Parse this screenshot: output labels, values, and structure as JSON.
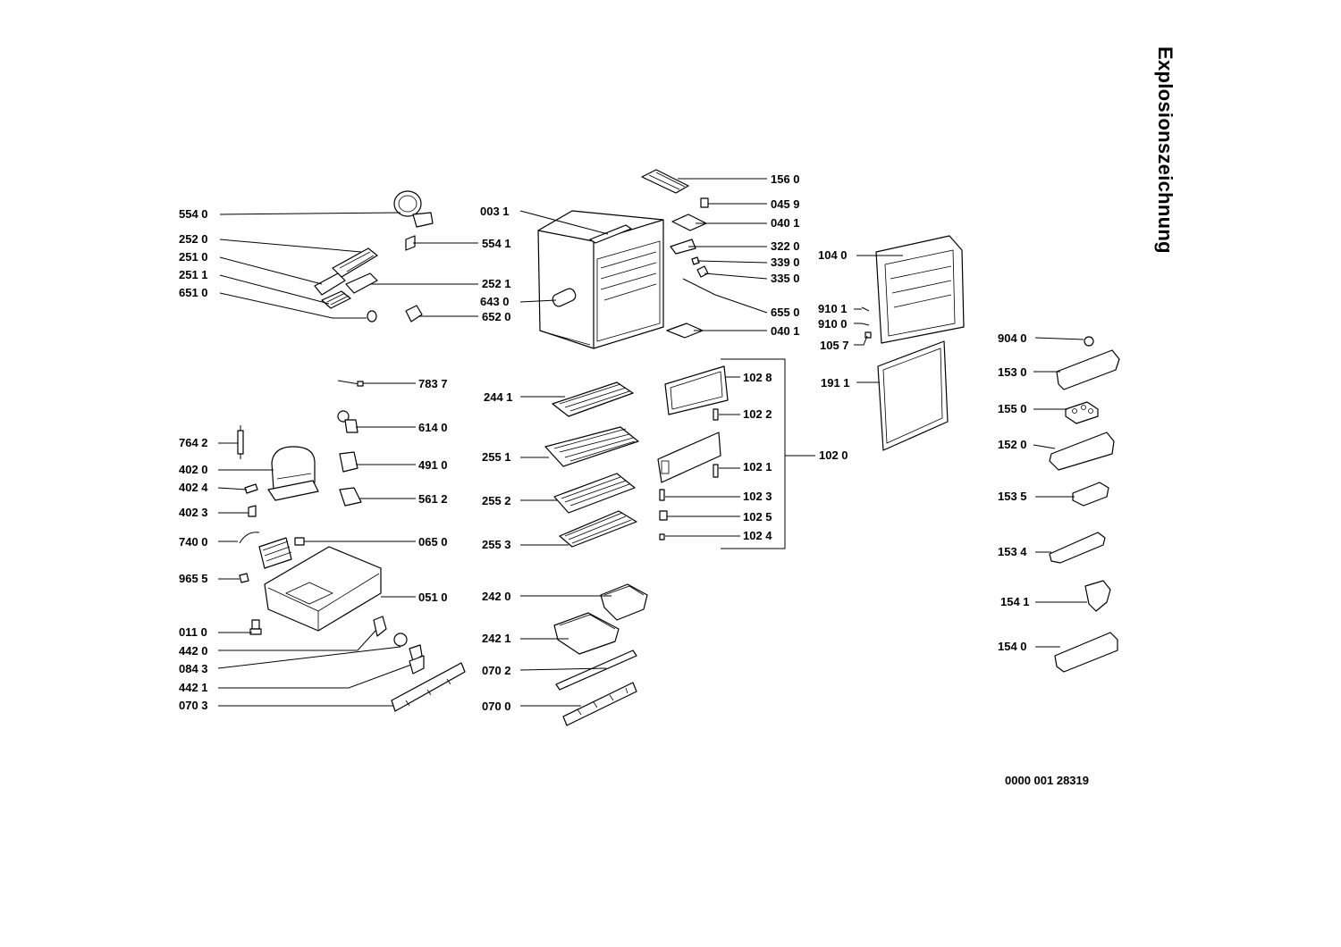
{
  "title": "Explosionszeichnung",
  "document_number": "0000 001 28319",
  "labels": [
    {
      "id": "1560",
      "text": "156 0"
    },
    {
      "id": "0459",
      "text": "045 9"
    },
    {
      "id": "5540",
      "text": "554 0"
    },
    {
      "id": "0031",
      "text": "003 1"
    },
    {
      "id": "0401a",
      "text": "040 1"
    },
    {
      "id": "2520",
      "text": "252 0"
    },
    {
      "id": "5541",
      "text": "554 1"
    },
    {
      "id": "3220",
      "text": "322 0"
    },
    {
      "id": "2510",
      "text": "251 0"
    },
    {
      "id": "3390",
      "text": "339 0"
    },
    {
      "id": "1040",
      "text": "104 0"
    },
    {
      "id": "2511",
      "text": "251 1"
    },
    {
      "id": "3350",
      "text": "335 0"
    },
    {
      "id": "2521",
      "text": "252 1"
    },
    {
      "id": "6510",
      "text": "651 0"
    },
    {
      "id": "6430",
      "text": "643 0"
    },
    {
      "id": "6550",
      "text": "655 0"
    },
    {
      "id": "9101",
      "text": "910 1"
    },
    {
      "id": "6520",
      "text": "652 0"
    },
    {
      "id": "9100",
      "text": "910 0"
    },
    {
      "id": "0401b",
      "text": "040 1"
    },
    {
      "id": "1057",
      "text": "105 7"
    },
    {
      "id": "9040",
      "text": "904 0"
    },
    {
      "id": "1530",
      "text": "153 0"
    },
    {
      "id": "1028",
      "text": "102 8"
    },
    {
      "id": "7837",
      "text": "783 7"
    },
    {
      "id": "1911",
      "text": "191 1"
    },
    {
      "id": "2441",
      "text": "244 1"
    },
    {
      "id": "1550",
      "text": "155 0"
    },
    {
      "id": "1022",
      "text": "102 2"
    },
    {
      "id": "6140",
      "text": "614 0"
    },
    {
      "id": "7642",
      "text": "764 2"
    },
    {
      "id": "1520",
      "text": "152 0"
    },
    {
      "id": "1020",
      "text": "102 0"
    },
    {
      "id": "2551",
      "text": "255 1"
    },
    {
      "id": "4020",
      "text": "402 0"
    },
    {
      "id": "4910",
      "text": "491 0"
    },
    {
      "id": "1021",
      "text": "102 1"
    },
    {
      "id": "4024",
      "text": "402 4"
    },
    {
      "id": "1535",
      "text": "153 5"
    },
    {
      "id": "5612",
      "text": "561 2"
    },
    {
      "id": "2552",
      "text": "255 2"
    },
    {
      "id": "1023",
      "text": "102 3"
    },
    {
      "id": "4023",
      "text": "402 3"
    },
    {
      "id": "1025",
      "text": "102 5"
    },
    {
      "id": "1024",
      "text": "102 4"
    },
    {
      "id": "7400",
      "text": "740 0"
    },
    {
      "id": "0650",
      "text": "065 0"
    },
    {
      "id": "2553",
      "text": "255 3"
    },
    {
      "id": "1534",
      "text": "153 4"
    },
    {
      "id": "9655",
      "text": "965 5"
    },
    {
      "id": "2420",
      "text": "242 0"
    },
    {
      "id": "0510",
      "text": "051 0"
    },
    {
      "id": "1541",
      "text": "154 1"
    },
    {
      "id": "0110",
      "text": "011 0"
    },
    {
      "id": "2421",
      "text": "242 1"
    },
    {
      "id": "4420",
      "text": "442 0"
    },
    {
      "id": "1540",
      "text": "154 0"
    },
    {
      "id": "0843",
      "text": "084 3"
    },
    {
      "id": "0702",
      "text": "070 2"
    },
    {
      "id": "4421",
      "text": "442 1"
    },
    {
      "id": "0703",
      "text": "070 3"
    },
    {
      "id": "0700",
      "text": "070 0"
    }
  ]
}
